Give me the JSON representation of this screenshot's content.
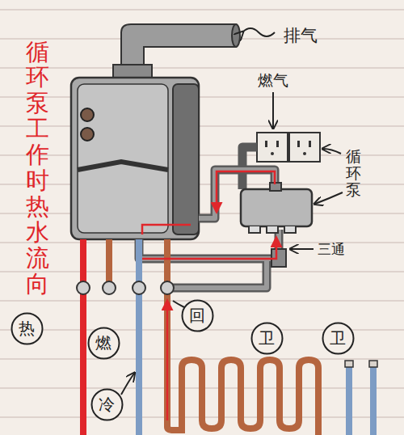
{
  "diagram": {
    "title": "循环泵工作时热水流向",
    "nodes": [
      {
        "text": [
          "热"
        ]
      },
      {
        "text": [
          "燃"
        ]
      },
      {
        "text": [
          "回"
        ]
      },
      {
        "text": [
          "卫"
        ]
      },
      {
        "text": [
          "卫"
        ]
      },
      {
        "text": [
          "冷"
        ]
      }
    ],
    "labels": [
      "排气",
      "燃气",
      "循环泵",
      "三通"
    ]
  }
}
